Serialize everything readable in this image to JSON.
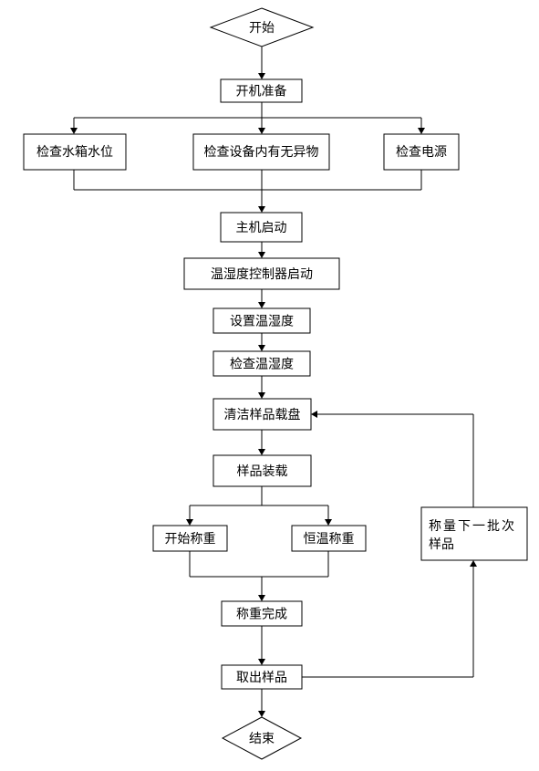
{
  "nodes": {
    "start": "开始",
    "prep": "开机准备",
    "check_water": "检查水箱水位",
    "check_device": "检查设备内有无异物",
    "check_power": "检查电源",
    "main_start": "主机启动",
    "ctrl_start": "温湿度控制器启动",
    "set_th": "设置温湿度",
    "check_th": "检查温湿度",
    "clean_tray": "清洁样品载盘",
    "load_sample": "样品装载",
    "begin_weigh": "开始称重",
    "const_weigh": "恒温称重",
    "next_batch_line1": "称量下一批次",
    "next_batch_line2": "样品",
    "weigh_done": "称重完成",
    "take_sample": "取出样品",
    "end": "结束"
  }
}
